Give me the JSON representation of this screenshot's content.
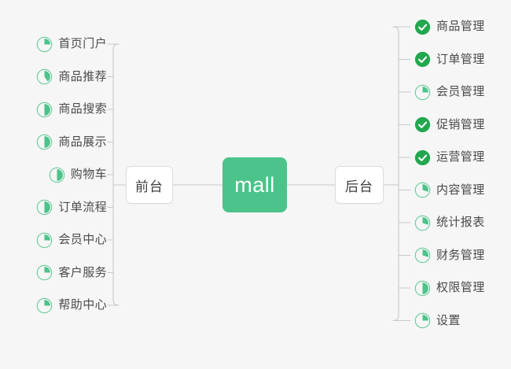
{
  "diagram": {
    "type": "mind-map",
    "title": "mall",
    "background_color": "#f6f6f6",
    "accent_color": "#4cc38a",
    "done_color": "#22a74f",
    "line_color": "#c9c9c9",
    "root": {
      "label": "mall",
      "text_color": "#ffffff",
      "fill_color": "#4cc38a"
    },
    "branches": [
      {
        "id": "front",
        "label": "前台",
        "side": "left",
        "children": [
          {
            "label": "首页门户",
            "icon": "pie-progress-icon",
            "progress": 25,
            "status": "in-progress"
          },
          {
            "label": "商品推荐",
            "icon": "pie-progress-icon",
            "progress": 40,
            "status": "in-progress"
          },
          {
            "label": "商品搜索",
            "icon": "pie-progress-icon",
            "progress": 50,
            "status": "in-progress"
          },
          {
            "label": "商品展示",
            "icon": "pie-progress-icon",
            "progress": 50,
            "status": "in-progress"
          },
          {
            "label": "购物车",
            "icon": "pie-progress-icon",
            "progress": 50,
            "status": "in-progress"
          },
          {
            "label": "订单流程",
            "icon": "pie-progress-icon",
            "progress": 50,
            "status": "in-progress"
          },
          {
            "label": "会员中心",
            "icon": "pie-progress-icon",
            "progress": 25,
            "status": "in-progress"
          },
          {
            "label": "客户服务",
            "icon": "pie-progress-icon",
            "progress": 25,
            "status": "in-progress"
          },
          {
            "label": "帮助中心",
            "icon": "pie-progress-icon",
            "progress": 25,
            "status": "in-progress"
          }
        ]
      },
      {
        "id": "back",
        "label": "后台",
        "side": "right",
        "children": [
          {
            "label": "商品管理",
            "icon": "check-circle-icon",
            "progress": 100,
            "status": "done"
          },
          {
            "label": "订单管理",
            "icon": "check-circle-icon",
            "progress": 100,
            "status": "done"
          },
          {
            "label": "会员管理",
            "icon": "pie-progress-icon",
            "progress": 25,
            "status": "in-progress"
          },
          {
            "label": "促销管理",
            "icon": "check-circle-icon",
            "progress": 100,
            "status": "done"
          },
          {
            "label": "运营管理",
            "icon": "check-circle-icon",
            "progress": 100,
            "status": "done"
          },
          {
            "label": "内容管理",
            "icon": "pie-progress-icon",
            "progress": 30,
            "status": "in-progress"
          },
          {
            "label": "统计报表",
            "icon": "pie-progress-icon",
            "progress": 30,
            "status": "in-progress"
          },
          {
            "label": "财务管理",
            "icon": "pie-progress-icon",
            "progress": 30,
            "status": "in-progress"
          },
          {
            "label": "权限管理",
            "icon": "pie-progress-icon",
            "progress": 50,
            "status": "in-progress"
          },
          {
            "label": "设置",
            "icon": "pie-progress-icon",
            "progress": 25,
            "status": "in-progress"
          }
        ]
      }
    ]
  }
}
